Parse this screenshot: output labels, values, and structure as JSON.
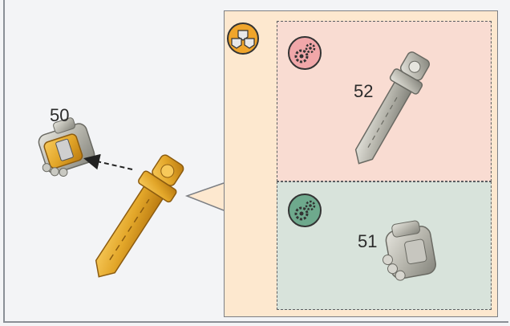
{
  "steps": {
    "main_number": "50",
    "sub_top_number": "52",
    "sub_bottom_number": "51"
  },
  "colors": {
    "background": "#f3f4f6",
    "callout_fill": "#fde8cf",
    "panel_top_fill": "#f9dcd2",
    "panel_bottom_fill": "#d8e3db",
    "gold_part": "#e3a72a",
    "silver_part": "#b7b6ad",
    "badge_orange": "#f0a52b",
    "badge_pink": "#f1a7a9",
    "badge_green": "#6ea98d"
  },
  "icons": {
    "callout_badge": "parts-stack-icon",
    "top_badge": "gears-icon",
    "bottom_badge": "gears-icon"
  }
}
